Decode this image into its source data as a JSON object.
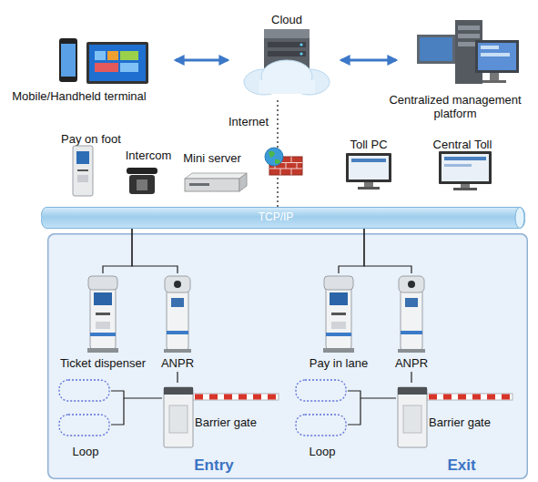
{
  "diagram": {
    "nodes": [
      {
        "text": [
          "Mobile/Handheld terminal"
        ]
      },
      {
        "text": [
          "Cloud"
        ]
      },
      {
        "text": [
          "Centralized management platform"
        ]
      },
      {
        "text": [
          "Pay on foot"
        ]
      },
      {
        "text": [
          "Intercom"
        ]
      },
      {
        "text": [
          "Mini server"
        ]
      },
      {
        "text": [
          "Toll PC"
        ]
      },
      {
        "text": [
          "Central Toll"
        ]
      },
      {
        "text": [
          "TCP/IP"
        ]
      },
      {
        "text": [
          "Entry",
          "Exit"
        ]
      },
      {
        "text": [
          "Ticket dispenser"
        ],
        "in": 9
      },
      {
        "text": [
          "ANPR"
        ],
        "in": 9
      },
      {
        "text": [
          "Loop"
        ],
        "in": 9
      },
      {
        "text": [
          "Barrier gate"
        ],
        "in": 9
      },
      {
        "text": [
          "Pay in lane"
        ],
        "in": 9
      },
      {
        "text": [
          "ANPR"
        ],
        "in": 9
      },
      {
        "text": [
          "Loop"
        ],
        "in": 9
      },
      {
        "text": [
          "Barrier gate"
        ],
        "in": 9
      }
    ],
    "edges": [
      {
        "from": 0,
        "to": 1,
        "arrow": "both"
      },
      {
        "from": 1,
        "to": 2,
        "arrow": "both"
      },
      {
        "from": 1,
        "to": 8,
        "label": "Internet",
        "arrow": "none"
      },
      {
        "from": 8,
        "to": 10,
        "arrow": "none"
      },
      {
        "from": 8,
        "to": 11,
        "arrow": "none"
      },
      {
        "from": 11,
        "to": 13,
        "arrow": "none"
      },
      {
        "from": 12,
        "to": 13,
        "arrow": "none"
      },
      {
        "from": 8,
        "to": 14,
        "arrow": "none"
      },
      {
        "from": 8,
        "to": 15,
        "arrow": "none"
      },
      {
        "from": 15,
        "to": 17,
        "arrow": "none"
      },
      {
        "from": 16,
        "to": 17,
        "arrow": "none"
      }
    ]
  }
}
